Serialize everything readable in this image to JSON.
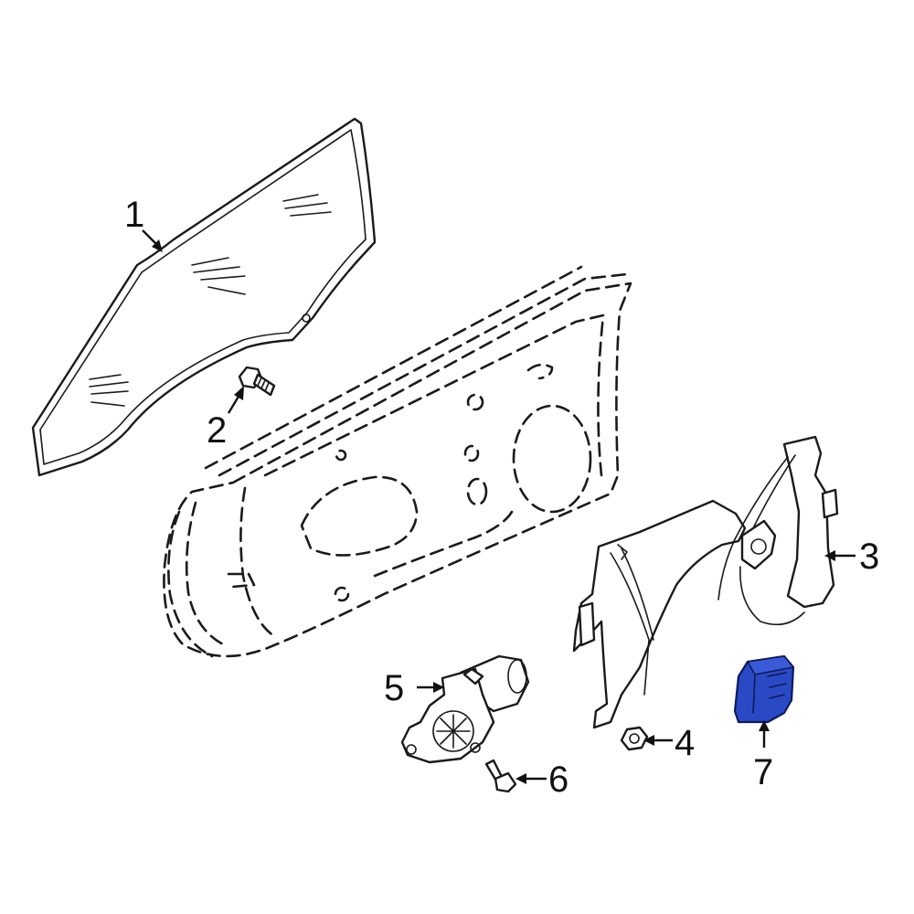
{
  "callouts": [
    {
      "id": "1",
      "label": "1"
    },
    {
      "id": "2",
      "label": "2"
    },
    {
      "id": "3",
      "label": "3"
    },
    {
      "id": "4",
      "label": "4"
    },
    {
      "id": "5",
      "label": "5"
    },
    {
      "id": "6",
      "label": "6"
    },
    {
      "id": "7",
      "label": "7"
    }
  ],
  "colors": {
    "highlight_part": "#2a49c4",
    "line": "#1a1a1a",
    "background": "#ffffff"
  }
}
